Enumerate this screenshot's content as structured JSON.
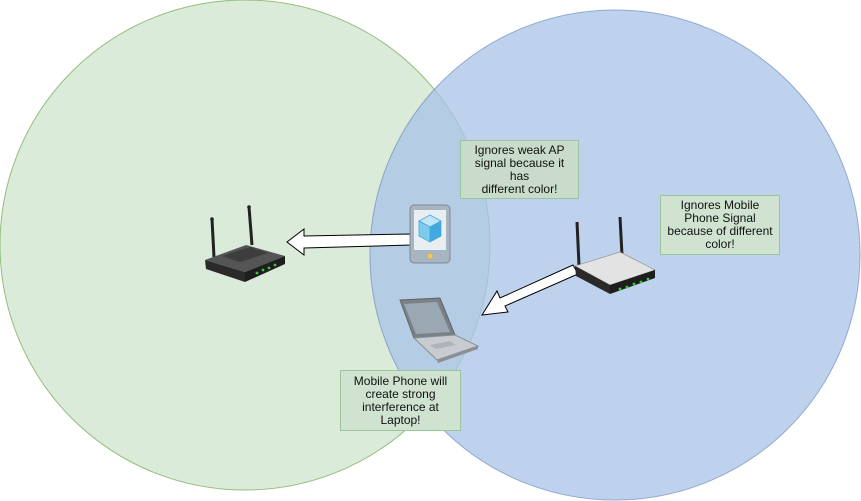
{
  "colors": {
    "green_zone": "#d5e8d4",
    "green_stroke": "#82b366",
    "blue_zone": "#b7cdea",
    "blue_stroke": "#6c8ebf",
    "note_fill_on_green": "#d3e3cf",
    "note_fill_on_blue": "#c6dcd3"
  },
  "icons": {
    "left_router": "wireless-router-icon",
    "right_router": "wireless-router-icon",
    "phone": "mobile-phone-icon",
    "laptop": "laptop-icon"
  },
  "notes": {
    "weak_ap": "Ignores weak AP\nsignal because it has\ndifferent color!",
    "mobile_signal": "Ignores Mobile\nPhone Signal\nbecause of different\ncolor!",
    "interference": "Mobile Phone will\ncreate strong\ninterference at\nLaptop!"
  }
}
